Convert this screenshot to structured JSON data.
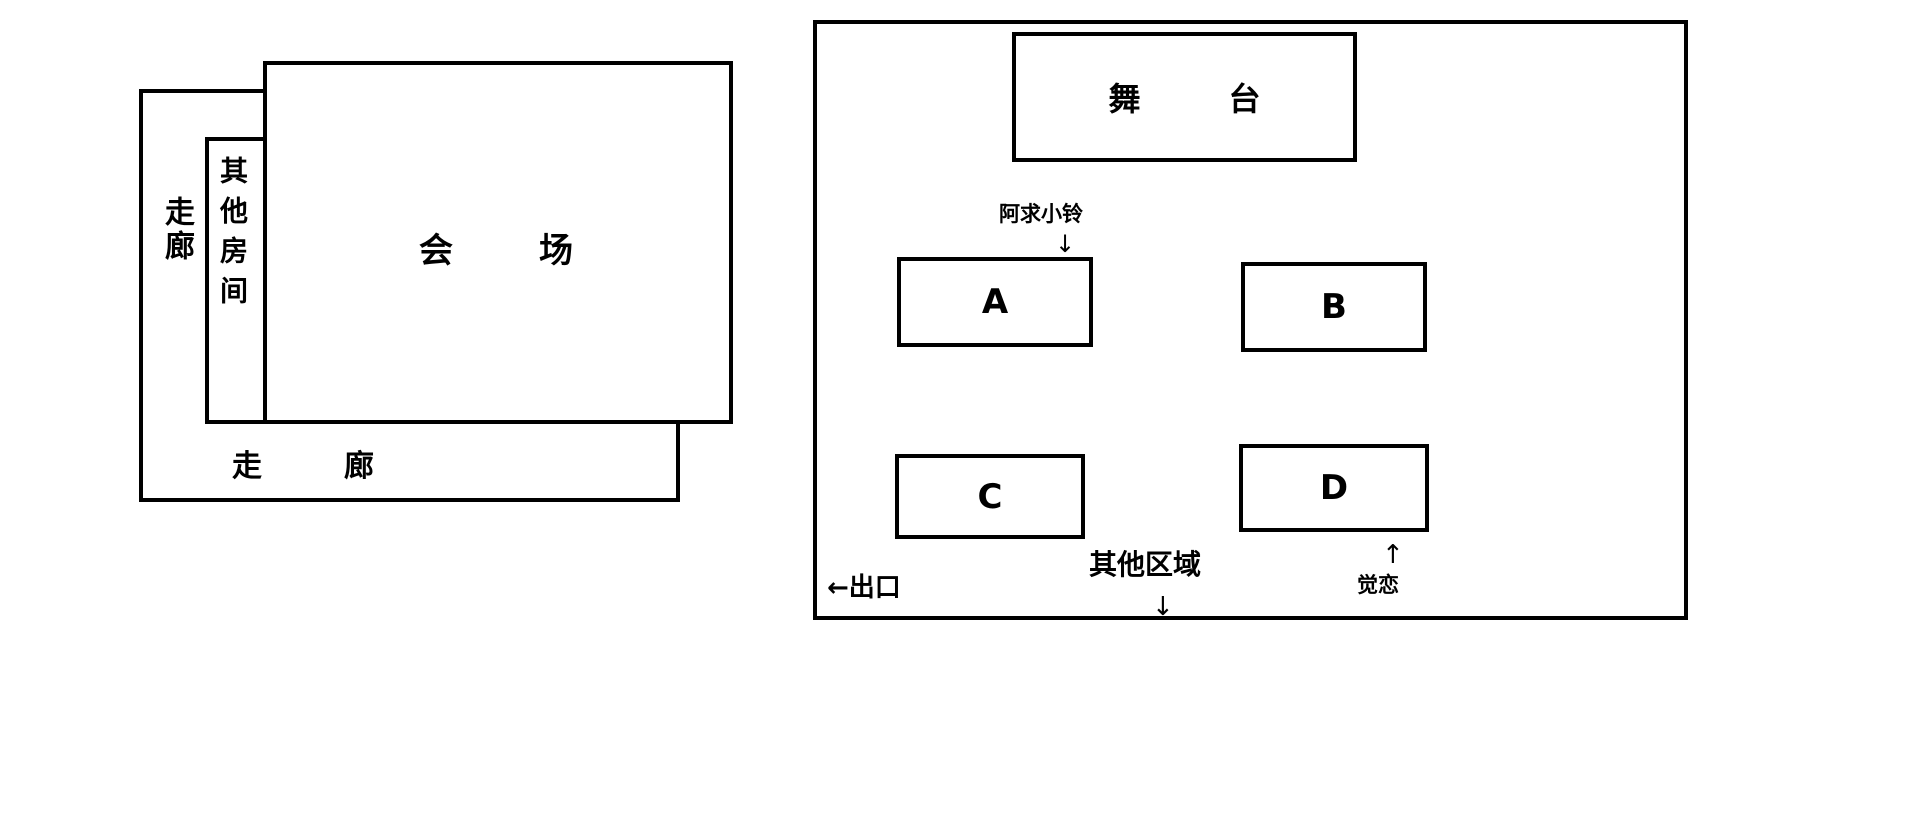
{
  "diagram": {
    "left_plan": {
      "name": "building-floor-plan",
      "rooms": [
        {
          "key": "corridor_vertical",
          "label": "走廊",
          "orientation": "vertical"
        },
        {
          "key": "corridor_horizontal",
          "label": "走　廊",
          "orientation": "horizontal"
        },
        {
          "key": "other_room",
          "label": "其他房间",
          "orientation": "vertical"
        },
        {
          "key": "main_hall",
          "label": "会　场",
          "orientation": "horizontal"
        }
      ]
    },
    "right_plan": {
      "name": "venue-seating-plan",
      "stage": {
        "label": "舞　台"
      },
      "blocks": [
        {
          "key": "A",
          "label": "A"
        },
        {
          "key": "B",
          "label": "B"
        },
        {
          "key": "C",
          "label": "C"
        },
        {
          "key": "D",
          "label": "D"
        }
      ],
      "annotations": [
        {
          "key": "akyuu_suzu",
          "label": "阿求小铃",
          "arrow": "↓",
          "points_to": "A"
        },
        {
          "key": "other_area",
          "label": "其他区域",
          "arrow": "↓",
          "points_to": "outside-bottom"
        },
        {
          "key": "exit",
          "label": "←出口",
          "arrow": "←",
          "points_to": "outside-left"
        },
        {
          "key": "satori_koishi",
          "label": "觉恋",
          "arrow": "↑",
          "points_to": "D"
        }
      ]
    }
  },
  "colors": {
    "stroke": "#000000",
    "fill": "#ffffff",
    "text": "#000000"
  }
}
